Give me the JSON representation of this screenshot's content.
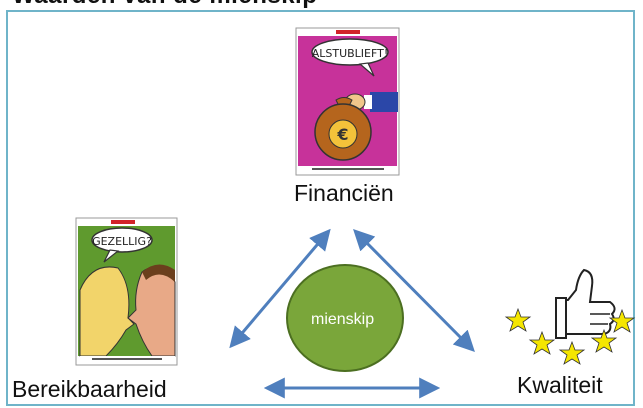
{
  "header_partial_text": "Waarden van de mienskip",
  "nodes": {
    "top": {
      "label": "Financiën",
      "poster_bubble": "ALSTUBLIEFT!"
    },
    "left": {
      "label": "Bereikbaarheid",
      "poster_bubble": "GEZELLIG?"
    },
    "right": {
      "label": "Kwaliteit"
    }
  },
  "center": {
    "label": "mienskip"
  },
  "colors": {
    "frame": "#6fb4c9",
    "arrows": "#4f7fbd",
    "circle_fill": "#7aa63a",
    "circle_stroke": "#4c6f21",
    "poster_top_bg": "#c7329a",
    "poster_left_bg": "#5f9a2e",
    "stars": "#f5e600"
  }
}
